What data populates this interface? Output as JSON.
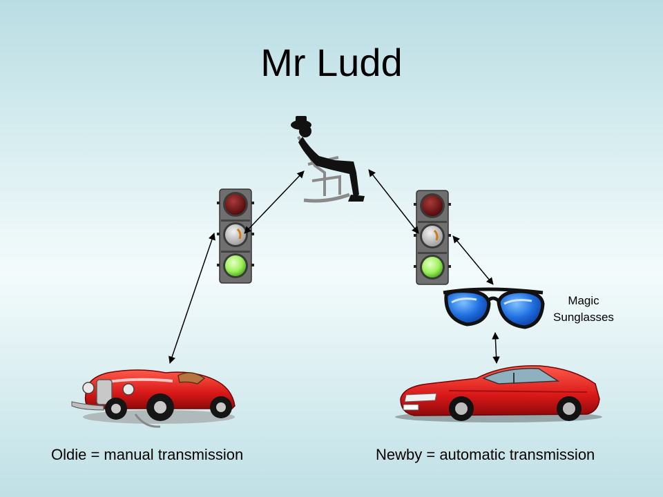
{
  "slide": {
    "title": "Mr Ludd",
    "caption_left": "Oldie = manual transmission",
    "caption_right": "Newby = automatic transmission",
    "glasses_label_line1": "Magic",
    "glasses_label_line2": "Sunglasses"
  },
  "icons": {
    "person": "man-in-rocking-chair-icon",
    "signal": "traffic-light-icon",
    "glasses": "sunglasses-icon",
    "classic_car": "classic-red-car-icon",
    "sports_car": "red-sports-car-icon"
  },
  "colors": {
    "lens_blue": "#1e6fe0",
    "car_red": "#d81818",
    "light_red": "#6b0e0e",
    "light_green": "#9ef25a"
  }
}
